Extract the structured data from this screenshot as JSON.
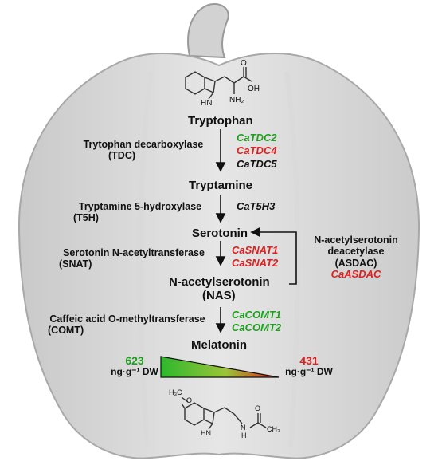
{
  "compounds": {
    "tryptophan": "Tryptophan",
    "tryptamine": "Tryptamine",
    "serotonin": "Serotonin",
    "nas": "N-acetylserotonin",
    "nas_abbr": "(NAS)",
    "melatonin": "Melatonin"
  },
  "enzymes": {
    "tdc": {
      "name": "Trytophan decarboxylase",
      "abbr": "(TDC)"
    },
    "t5h": {
      "name": "Tryptamine 5-hydroxylase",
      "abbr": "(T5H)"
    },
    "snat": {
      "name": "Serotonin N-acetyltransferase",
      "abbr": "(SNAT)"
    },
    "comt": {
      "name": "Caffeic acid O-methyltransferase",
      "abbr": "(COMT)"
    },
    "asdac": {
      "line1": "N-acetylserotonin",
      "line2": "deacetylase",
      "abbr": "(ASDAC)"
    }
  },
  "genes": {
    "tdc": [
      "CaTDC2",
      "CaTDC4",
      "CaTDC5"
    ],
    "t5h": [
      "CaT5H3"
    ],
    "snat": [
      "CaSNAT1",
      "CaSNAT2"
    ],
    "asdac": [
      "CaASDAC"
    ],
    "comt": [
      "CaCOMT1",
      "CaCOMT2"
    ]
  },
  "gene_colors": {
    "up": "#1f9e1f",
    "down": "#e02020",
    "neutral": "#111111"
  },
  "concentration": {
    "left_value": "623",
    "right_value": "431",
    "unit": "ng·g⁻¹ DW",
    "gradient_start": "#2db82d",
    "gradient_end": "#e02020"
  },
  "structures": {
    "tryptophan": {
      "oh": "OH",
      "nh2": "NH₂",
      "o": "O",
      "hn": "HN"
    },
    "melatonin": {
      "h3co": "H₃C",
      "o": "O",
      "hn": "HN",
      "ch3": "CH₃",
      "nh": "N",
      "h": "H"
    }
  }
}
